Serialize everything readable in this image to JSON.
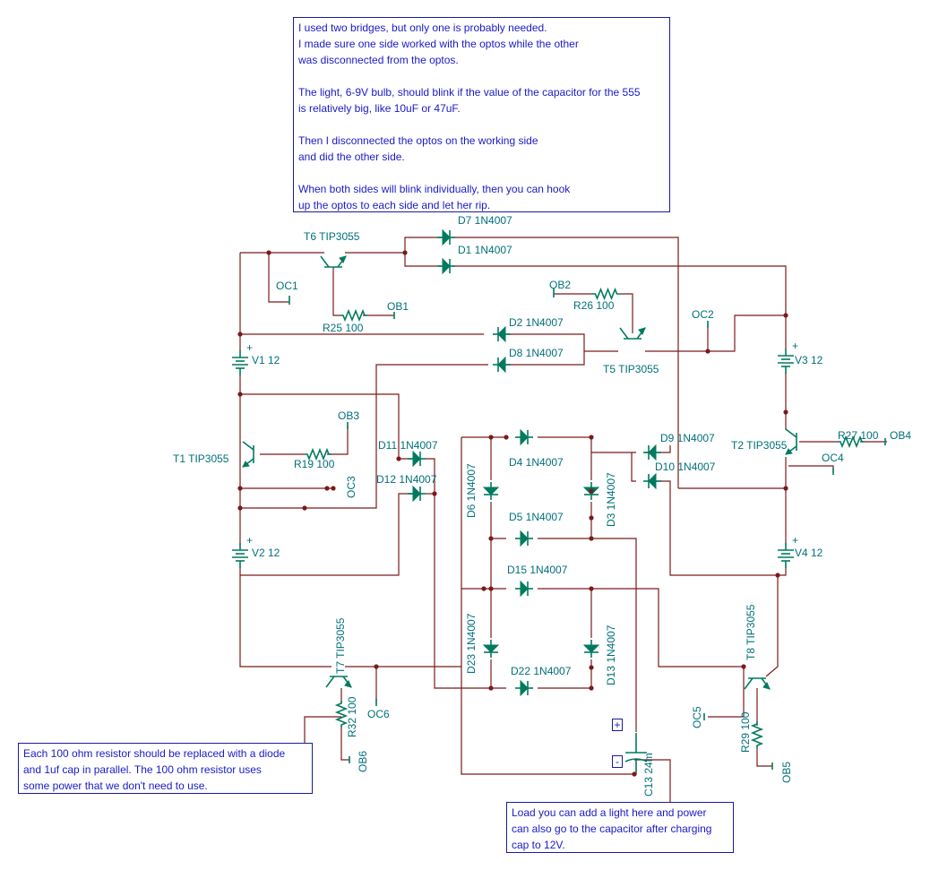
{
  "notes": {
    "top": [
      "I used two bridges, but only one is probably needed.",
      "I made sure one side worked with the optos while the other",
      "was disconnected from the optos.",
      "",
      "The light, 6-9V bulb, should blink if the value of the capacitor for the 555",
      "is relatively big, like 10uF or 47uF.",
      "",
      "Then I disconnected the optos on the working side",
      "and did the other side.",
      "",
      "When both sides will blink individually, then you can hook",
      "up the optos to each side and let her rip."
    ],
    "resistor": [
      "Each 100 ohm resistor should be replaced with a diode",
      "and 1uf cap in parallel.  The 100 ohm resistor uses",
      "some power that we don't need to use."
    ],
    "load": [
      "Load you can add a light here and power",
      "can also go to the capacitor after charging",
      "cap to 12V."
    ]
  },
  "polarity": {
    "plus": "+",
    "minus": "-"
  },
  "labels": {
    "D7": "D7 1N4007",
    "D1": "D1 1N4007",
    "D2": "D2 1N4007",
    "D8": "D8 1N4007",
    "D9": "D9 1N4007",
    "D10": "D10 1N4007",
    "D11": "D11 1N4007",
    "D12": "D12 1N4007",
    "D4": "D4 1N4007",
    "D5": "D5 1N4007",
    "D6": "D6 1N4007",
    "D3": "D3 1N4007",
    "D15": "D15 1N4007",
    "D22": "D22 1N4007",
    "D23": "D23 1N4007",
    "D13": "D13 1N4007",
    "T1": "T1 TIP3055",
    "T2": "T2 TIP3055",
    "T5": "T5 TIP3055",
    "T6": "T6 TIP3055",
    "T7": "T7 TIP3055",
    "T8": "T8 TIP3055",
    "V1": "V1 12",
    "V2": "V2 12",
    "V3": "V3 12",
    "V4": "V4 12",
    "R19": "R19 100",
    "R25": "R25 100",
    "R26": "R26 100",
    "R27": "R27 100",
    "R29": "R29 100",
    "R32": "R32 100",
    "C13": "C13 24m",
    "OC1": "OC1",
    "OC2": "OC2",
    "OC3": "OC3",
    "OC4": "OC4",
    "OC5": "OC5",
    "OC6": "OC6",
    "OB1": "OB1",
    "OB2": "OB2",
    "OB3": "OB3",
    "OB4": "OB4",
    "OB5": "OB5",
    "OB6": "OB6",
    "batt_plus": "+"
  }
}
